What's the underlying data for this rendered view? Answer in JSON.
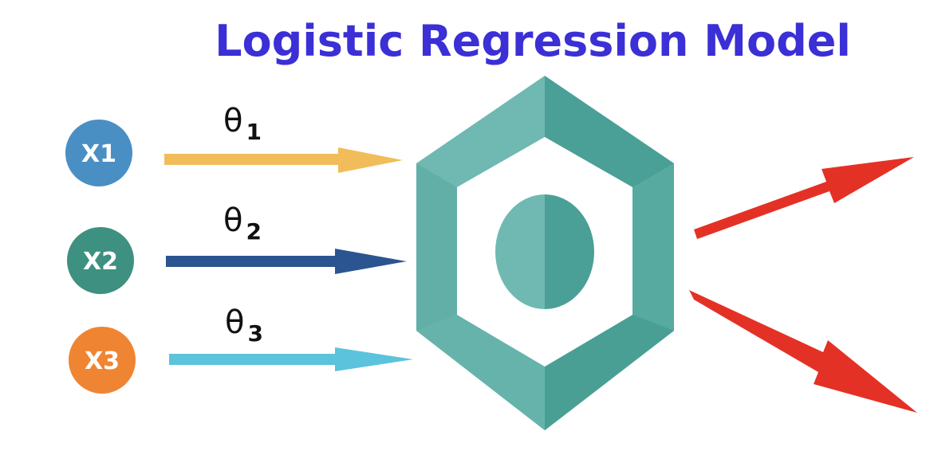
{
  "title": "Logistic Regression Model",
  "inputs": [
    {
      "label": "X1",
      "weight_symbol": "θ",
      "weight_index": "1",
      "node_color": "#4a8fc4",
      "arrow_color": "#f1bd5a"
    },
    {
      "label": "X2",
      "weight_symbol": "θ",
      "weight_index": "2",
      "node_color": "#3e9080",
      "arrow_color": "#2b5590"
    },
    {
      "label": "X3",
      "weight_symbol": "θ",
      "weight_index": "3",
      "node_color": "#ef8532",
      "arrow_color": "#5bc3dc"
    }
  ],
  "colors": {
    "title": "#3b2fd6",
    "hexagon_light": "#6fb9b2",
    "hexagon_dark": "#4aa096",
    "output_arrows": "#e43125"
  }
}
